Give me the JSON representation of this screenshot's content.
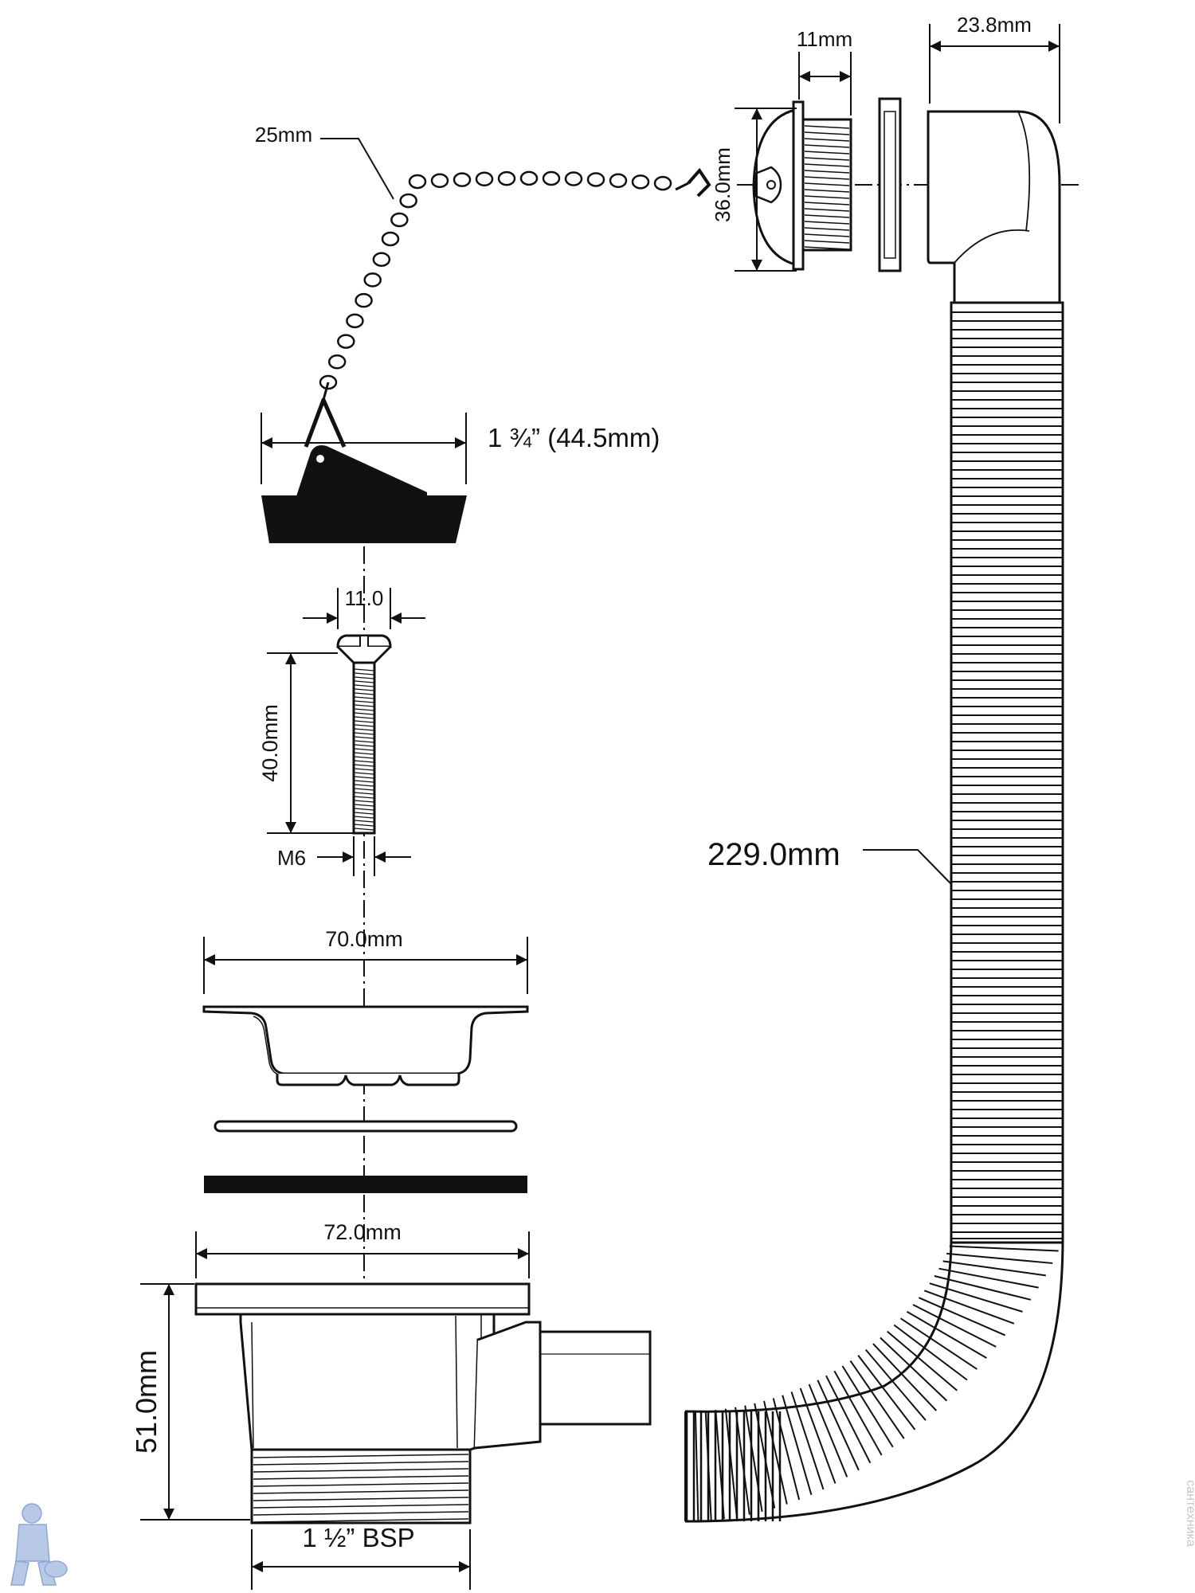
{
  "diagram": {
    "labels": {
      "chain_link": "25mm",
      "overflow_thread_width": "11mm",
      "overflow_elbow_width": "23.8mm",
      "overflow_face_height": "36.0mm",
      "plug_diameter": "1 ¾” (44.5mm)",
      "screw_head": "11.0",
      "screw_length": "40.0mm",
      "screw_thread": "M6",
      "hose_length": "229.0mm",
      "grate_diameter": "70.0mm",
      "flange_diameter": "72.0mm",
      "body_height": "51.0mm",
      "outlet_thread": "1 ½” BSP"
    },
    "watermark": "сантехника"
  }
}
